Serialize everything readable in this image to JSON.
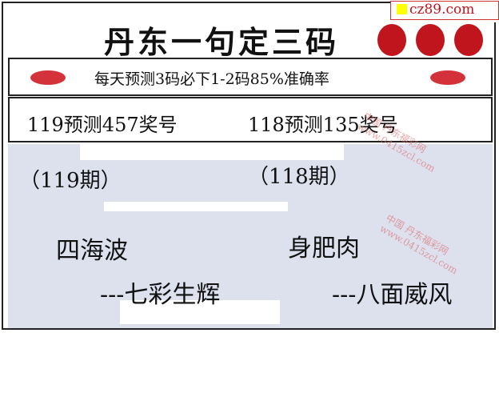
{
  "header": {
    "title": "丹东一句定三码",
    "badge": "cz89.com"
  },
  "slogan": "每天预测3码必下1-2码85%准确率",
  "predictions": [
    "119预测457奖号",
    "118预测135奖号"
  ],
  "periods": [
    "（119期）",
    "（118期）"
  ],
  "riddles": [
    {
      "phrase": "四海波",
      "hint": "---七彩生辉"
    },
    {
      "phrase": "身肥肉",
      "hint": "---八面威风"
    }
  ],
  "watermark": "中国 丹东福彩网 www.0415zcl.com"
}
